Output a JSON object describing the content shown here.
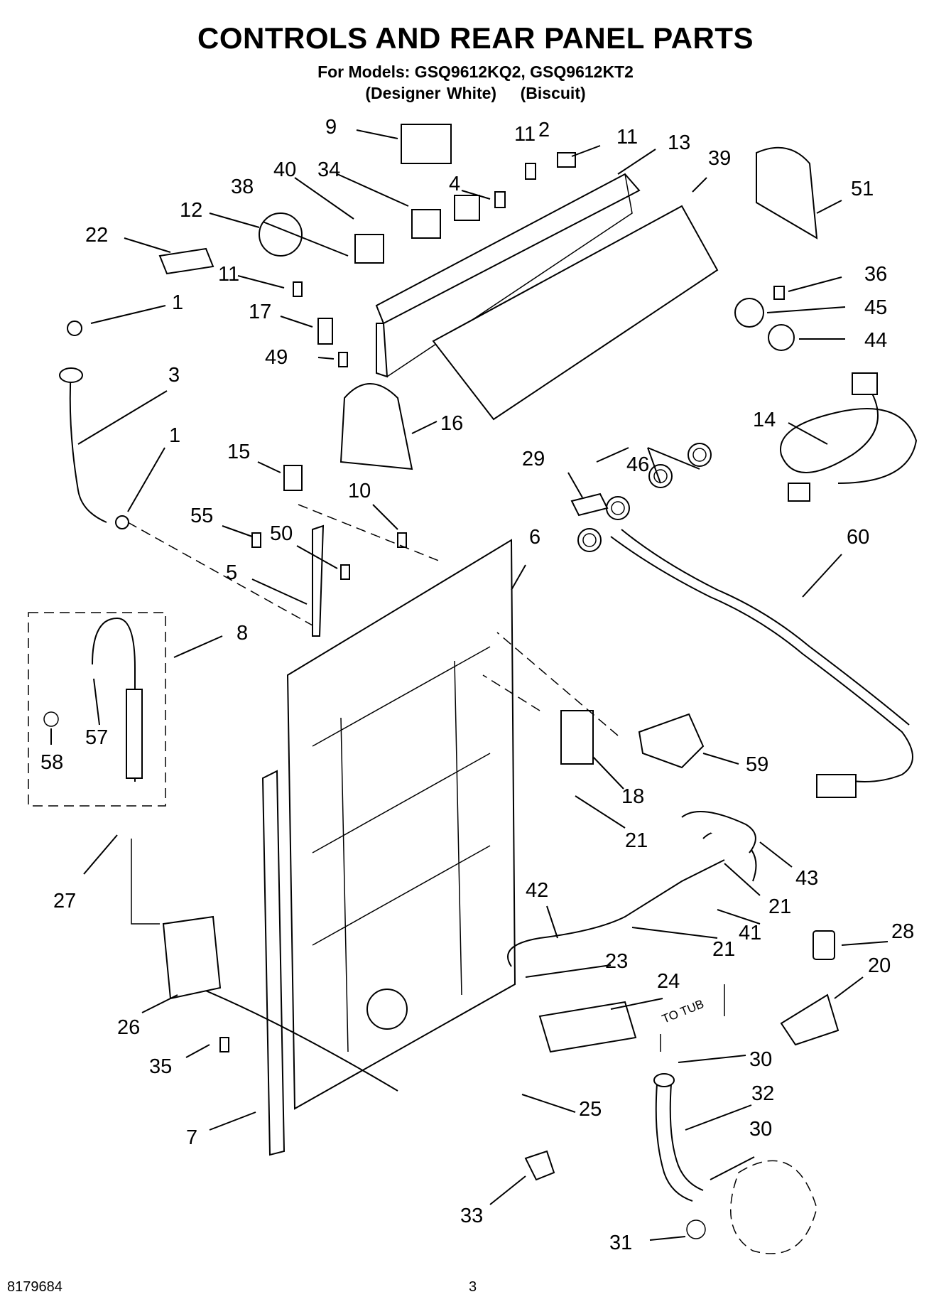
{
  "header": {
    "title": "CONTROLS AND REAR PANEL PARTS",
    "models_line": "For Models: GSQ9612KQ2, GSQ9612KT2",
    "colors_line": "(Designer White)    (Biscuit)"
  },
  "footer": {
    "doc_number": "8179684",
    "page_number": "3"
  },
  "diagram": {
    "note": "TO TUB",
    "callouts": [
      "9",
      "11",
      "2",
      "11",
      "13",
      "39",
      "51",
      "40",
      "34",
      "4",
      "38",
      "12",
      "22",
      "11",
      "36",
      "45",
      "44",
      "1",
      "17",
      "49",
      "3",
      "16",
      "1",
      "14",
      "46",
      "15",
      "29",
      "10",
      "55",
      "50",
      "6",
      "60",
      "5",
      "8",
      "57",
      "58",
      "59",
      "18",
      "21",
      "43",
      "21",
      "27",
      "42",
      "41",
      "21",
      "28",
      "23",
      "24",
      "20",
      "26",
      "35",
      "30",
      "32",
      "30",
      "25",
      "7",
      "33",
      "31"
    ]
  },
  "colors": {
    "ink": "#000000",
    "paper": "#ffffff"
  }
}
